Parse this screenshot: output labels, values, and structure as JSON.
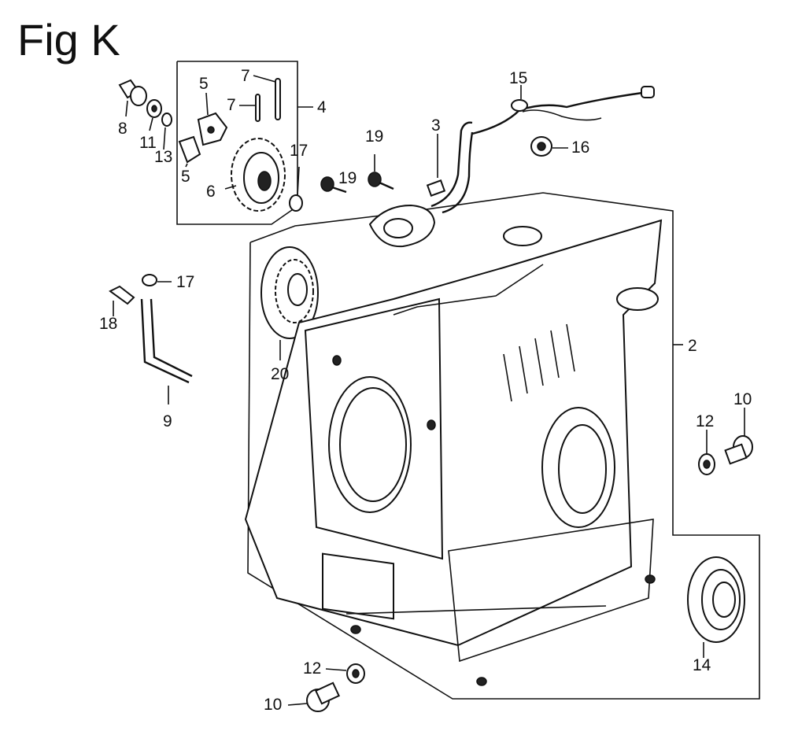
{
  "figure": {
    "title": "Fig K"
  },
  "callouts": {
    "c2": "2",
    "c3": "3",
    "c4": "4",
    "c5a": "5",
    "c5b": "5",
    "c6": "6",
    "c7a": "7",
    "c7b": "7",
    "c8": "8",
    "c9": "9",
    "c10a": "10",
    "c10b": "10",
    "c11": "11",
    "c12a": "12",
    "c12b": "12",
    "c13": "13",
    "c14": "14",
    "c15": "15",
    "c16": "16",
    "c17a": "17",
    "c17b": "17",
    "c18": "18",
    "c19a": "19",
    "c19b": "19",
    "c20": "20"
  }
}
